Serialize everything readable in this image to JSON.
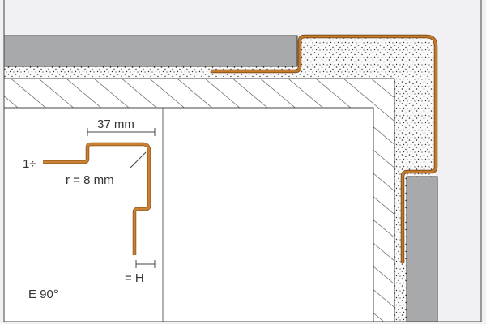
{
  "labels": {
    "width": "37 mm",
    "thickness": "1÷",
    "radius": "r = 8 mm",
    "height": "= H",
    "angle": "E 90°"
  },
  "colors": {
    "profile": "#c47a2c",
    "tile": "#a8a9ab",
    "background": "#f1f1f3"
  }
}
